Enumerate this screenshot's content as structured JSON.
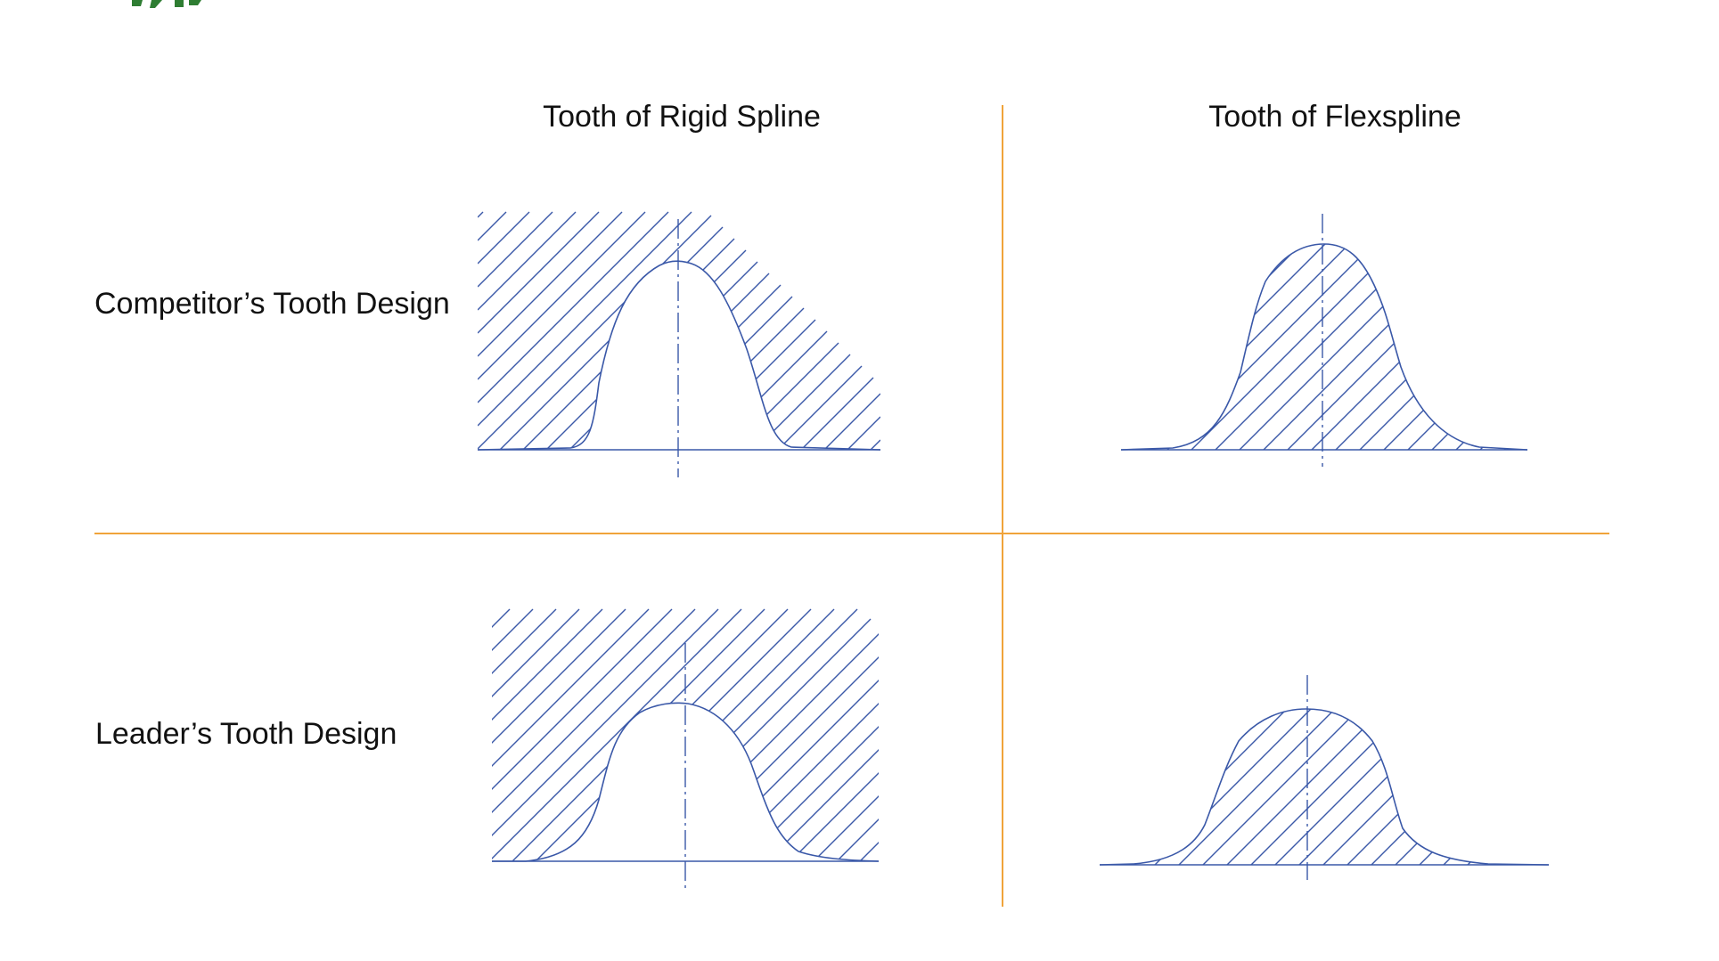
{
  "columns": [
    "Tooth of Rigid Spline",
    "Tooth of Flexspline"
  ],
  "rows": [
    "Competitor’s Tooth Design",
    "Leader’s Tooth Design"
  ],
  "colors": {
    "divider": "#f0a33a",
    "drawing": "#3a58a8",
    "title_fragment": "#2e7d32",
    "text": "#111111"
  }
}
